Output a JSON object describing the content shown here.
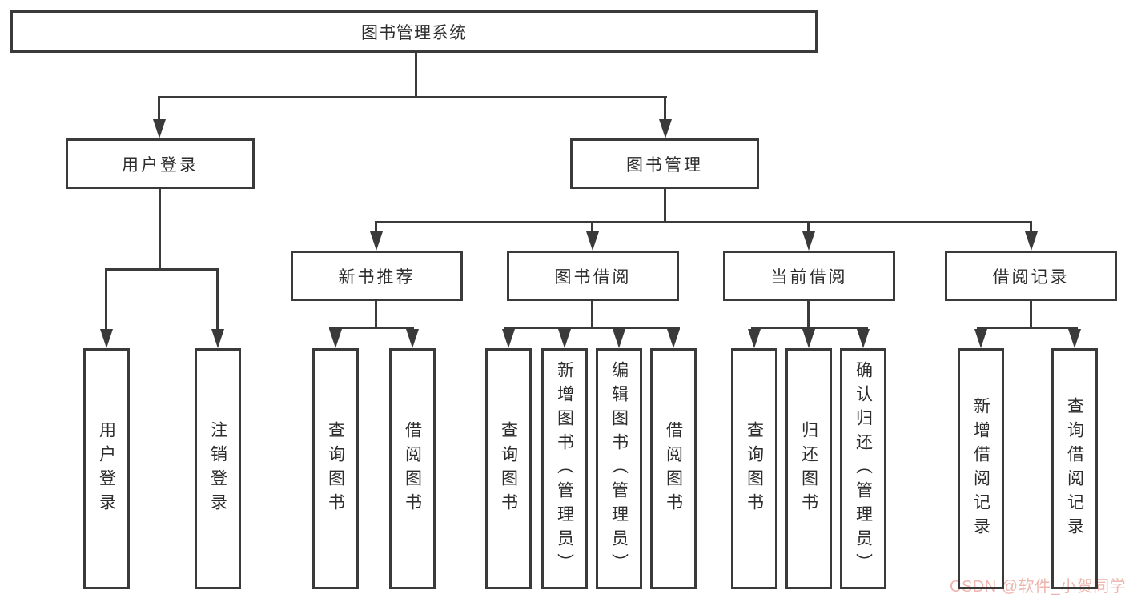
{
  "tree": {
    "label": "图书管理系统",
    "children": [
      {
        "label": "用户登录",
        "children": [
          {
            "label": "用户登录"
          },
          {
            "label": "注销登录"
          }
        ]
      },
      {
        "label": "图书管理",
        "children": [
          {
            "label": "新书推荐",
            "children": [
              {
                "label": "查询图书"
              },
              {
                "label": "借阅图书"
              }
            ]
          },
          {
            "label": "图书借阅",
            "children": [
              {
                "label": "查询图书"
              },
              {
                "label": "新增图书（管理员）"
              },
              {
                "label": "编辑图书（管理员）"
              },
              {
                "label": "借阅图书"
              }
            ]
          },
          {
            "label": "当前借阅",
            "children": [
              {
                "label": "查询图书"
              },
              {
                "label": "归还图书"
              },
              {
                "label": "确认归还（管理员）"
              }
            ]
          },
          {
            "label": "借阅记录",
            "children": [
              {
                "label": "新增借阅记录"
              },
              {
                "label": "查询借阅记录"
              }
            ]
          }
        ]
      }
    ]
  },
  "watermark": {
    "text": "CSDN @软件_小贺同学"
  },
  "colors": {
    "line": "#3a3a3a",
    "text": "#2d2d2d",
    "watermark": "#eeb6ae",
    "background": "#ffffff"
  }
}
